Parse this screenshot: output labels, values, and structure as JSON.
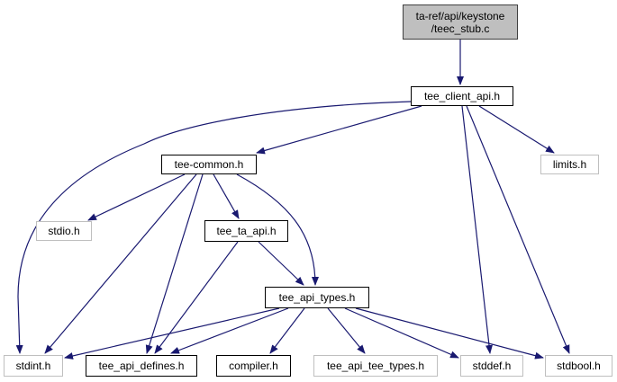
{
  "diagram": {
    "type": "include-dependency-graph",
    "edge_color": "#191970",
    "nodes": [
      {
        "id": "root",
        "label": "ta-ref/api/keystone\n/teec_stub.c",
        "label_lines": [
          "ta-ref/api/keystone",
          "/teec_stub.c"
        ],
        "kind": "root",
        "fill": "#bfbfbf"
      },
      {
        "id": "tee_client_api",
        "label": "tee_client_api.h",
        "kind": "documented"
      },
      {
        "id": "tee_common",
        "label": "tee-common.h",
        "kind": "documented"
      },
      {
        "id": "limits",
        "label": "limits.h",
        "kind": "external"
      },
      {
        "id": "stdio",
        "label": "stdio.h",
        "kind": "external"
      },
      {
        "id": "tee_ta_api",
        "label": "tee_ta_api.h",
        "kind": "documented"
      },
      {
        "id": "tee_api_types",
        "label": "tee_api_types.h",
        "kind": "documented"
      },
      {
        "id": "stdint",
        "label": "stdint.h",
        "kind": "external"
      },
      {
        "id": "tee_api_defines",
        "label": "tee_api_defines.h",
        "kind": "documented"
      },
      {
        "id": "compiler",
        "label": "compiler.h",
        "kind": "documented"
      },
      {
        "id": "tee_api_tee_types",
        "label": "tee_api_tee_types.h",
        "kind": "external"
      },
      {
        "id": "stddef",
        "label": "stddef.h",
        "kind": "external"
      },
      {
        "id": "stdbool",
        "label": "stdbool.h",
        "kind": "external"
      }
    ],
    "edges": [
      {
        "from": "root",
        "to": "tee_client_api"
      },
      {
        "from": "tee_client_api",
        "to": "stdint"
      },
      {
        "from": "tee_client_api",
        "to": "tee_common"
      },
      {
        "from": "tee_client_api",
        "to": "limits"
      },
      {
        "from": "tee_client_api",
        "to": "stddef"
      },
      {
        "from": "tee_client_api",
        "to": "stdbool"
      },
      {
        "from": "tee_common",
        "to": "stdio"
      },
      {
        "from": "tee_common",
        "to": "stdint"
      },
      {
        "from": "tee_common",
        "to": "tee_api_defines"
      },
      {
        "from": "tee_common",
        "to": "tee_ta_api"
      },
      {
        "from": "tee_common",
        "to": "tee_api_types"
      },
      {
        "from": "tee_ta_api",
        "to": "tee_api_defines"
      },
      {
        "from": "tee_ta_api",
        "to": "tee_api_types"
      },
      {
        "from": "tee_api_types",
        "to": "stdint"
      },
      {
        "from": "tee_api_types",
        "to": "tee_api_defines"
      },
      {
        "from": "tee_api_types",
        "to": "compiler"
      },
      {
        "from": "tee_api_types",
        "to": "tee_api_tee_types"
      },
      {
        "from": "tee_api_types",
        "to": "stddef"
      },
      {
        "from": "tee_api_types",
        "to": "stdbool"
      }
    ]
  }
}
